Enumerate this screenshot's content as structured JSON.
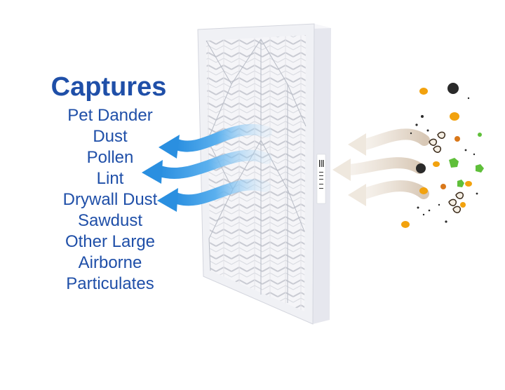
{
  "heading": "Captures",
  "items": [
    "Pet Dander",
    "Dust",
    "Pollen",
    "Lint",
    "Drywall Dust",
    "Sawdust",
    "Other Large",
    "Airborne",
    "Particulates"
  ],
  "colors": {
    "text": "#1f4fa8",
    "clean_air_arrow": "#3a9be8",
    "dirty_air_arrow": "#e8ddd0",
    "filter_frame": "#f4f4f7"
  }
}
